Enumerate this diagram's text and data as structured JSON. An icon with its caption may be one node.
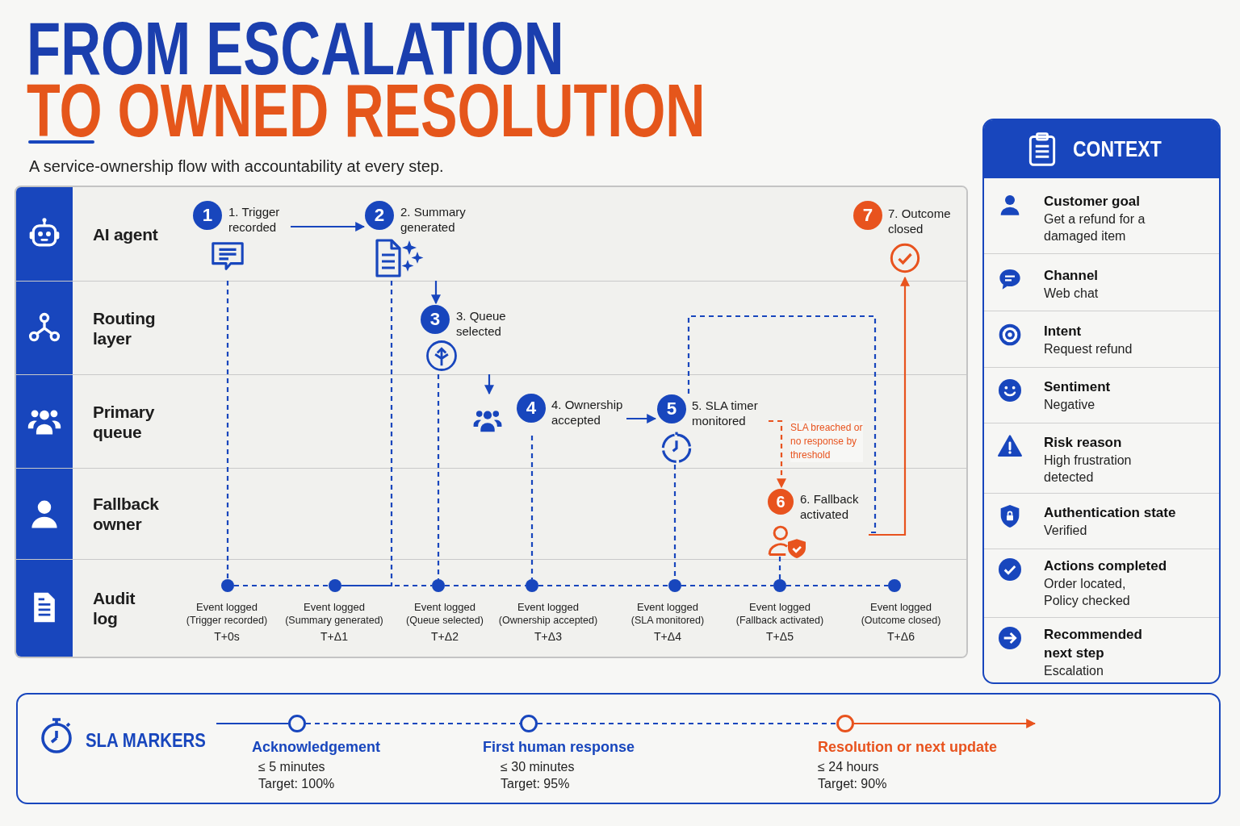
{
  "diagram": {
    "title": "FROM ESCALATION",
    "nodes": [
      {
        "text": [
          "AI agent"
        ]
      },
      {
        "text": [
          "Routing layer"
        ]
      },
      {
        "text": [
          "Primary queue"
        ]
      },
      {
        "text": [
          "Fallback owner"
        ]
      },
      {
        "text": [
          "Audit log"
        ]
      },
      {
        "text": [
          "1",
          "1. Trigger recorded"
        ],
        "in": 0
      },
      {
        "text": [
          "2",
          "2. Summary generated"
        ],
        "in": 0
      },
      {
        "text": [
          "3",
          "3. Queue selected"
        ],
        "in": 1
      },
      {
        "text": [
          "4",
          "4. Ownership accepted"
        ],
        "in": 2
      },
      {
        "text": [
          "5",
          "5. SLA timer monitored"
        ],
        "in": 2
      },
      {
        "text": [
          "6",
          "6. Fallback activated"
        ],
        "in": 3
      },
      {
        "text": [
          "7",
          "7. Outcome closed"
        ],
        "in": 0
      },
      {
        "text": [],
        "shape": "circle",
        "in": 4,
        "beside": [
          "Event logged",
          "(Trigger recorded)",
          "T+0s"
        ]
      },
      {
        "text": [],
        "shape": "circle",
        "in": 4,
        "beside": [
          "Event logged",
          "(Summary generated)",
          "T+Δ1"
        ]
      },
      {
        "text": [],
        "shape": "circle",
        "in": 4,
        "beside": [
          "Event logged",
          "(Queue selected)",
          "T+Δ2"
        ]
      },
      {
        "text": [],
        "shape": "circle",
        "in": 4,
        "beside": [
          "Event logged",
          "(Ownership accepted)",
          "T+Δ3"
        ]
      },
      {
        "text": [],
        "shape": "circle",
        "in": 4,
        "beside": [
          "Event logged",
          "(SLA monitored)",
          "T+Δ4"
        ]
      },
      {
        "text": [],
        "shape": "circle",
        "in": 4,
        "beside": [
          "Event logged",
          "(Fallback activated)",
          "T+Δ5"
        ]
      },
      {
        "text": [],
        "shape": "circle",
        "in": 4,
        "beside": [
          "Event logged",
          "(Outcome closed)",
          "T+Δ6"
        ]
      },
      {
        "text": [
          "CONTEXT"
        ]
      },
      {
        "text": [
          "Customer goal",
          "Get a refund for a damaged item"
        ],
        "in": 19
      },
      {
        "text": [
          "Channel",
          "Web chat"
        ],
        "in": 19
      },
      {
        "text": [
          "Intent",
          "Request refund"
        ],
        "in": 19
      },
      {
        "text": [
          "Sentiment",
          "Negative"
        ],
        "in": 19
      },
      {
        "text": [
          "Risk reason",
          "High frustration detected"
        ],
        "in": 19
      },
      {
        "text": [
          "Authentication state",
          "Verified"
        ],
        "in": 19
      },
      {
        "text": [
          "Actions completed",
          "Order located, Policy checked"
        ],
        "in": 19
      },
      {
        "text": [
          "Recommended next step",
          "Escalation"
        ],
        "in": 19
      },
      {
        "text": [
          "SLA MARKERS"
        ]
      },
      {
        "text": [],
        "shape": "circle",
        "in": 28,
        "beside": [
          "Acknowledgement",
          "≤ 5 minutes",
          "Target: 100%"
        ]
      },
      {
        "text": [],
        "shape": "circle",
        "in": 28,
        "beside": [
          "First human response",
          "≤ 30 minutes",
          "Target: 95%"
        ]
      },
      {
        "text": [],
        "shape": "circle",
        "in": 28,
        "beside": [
          "Resolution or next update",
          "≤ 24 hours",
          "Target: 90%"
        ]
      }
    ],
    "edges": [
      {
        "from": 5,
        "to": 6,
        "arrow": "to"
      },
      {
        "from": 6,
        "to": 7,
        "arrow": "to"
      },
      {
        "from": 7,
        "to": 8,
        "arrow": "to"
      },
      {
        "from": 8,
        "to": 9,
        "arrow": "to"
      },
      {
        "from": 9,
        "to": 10,
        "arrow": "to",
        "style": "dashed",
        "color": "#e8531e",
        "label": "SLA breached or no response by threshold"
      },
      {
        "from": 10,
        "to": 11,
        "arrow": "to",
        "color": "#e8531e"
      },
      {
        "from": 5,
        "to": 12,
        "arrow": "none",
        "style": "dashed"
      },
      {
        "from": 6,
        "to": 13,
        "arrow": "none",
        "style": "dashed"
      },
      {
        "from": 7,
        "to": 14,
        "arrow": "none",
        "style": "dashed"
      },
      {
        "from": 8,
        "to": 15,
        "arrow": "none",
        "style": "dashed"
      },
      {
        "from": 9,
        "to": 16,
        "arrow": "none",
        "style": "dashed"
      },
      {
        "from": 10,
        "to": 17,
        "arrow": "none",
        "style": "dashed"
      },
      {
        "from": 9,
        "to": 10,
        "arrow": "none",
        "style": "dashed"
      },
      {
        "from": 12,
        "to": 13,
        "arrow": "none",
        "style": "dashed"
      },
      {
        "from": 13,
        "to": 14,
        "arrow": "none",
        "style": "dashed"
      },
      {
        "from": 14,
        "to": 15,
        "arrow": "none",
        "style": "dashed"
      },
      {
        "from": 15,
        "to": 16,
        "arrow": "none",
        "style": "dashed"
      },
      {
        "from": 16,
        "to": 17,
        "arrow": "none",
        "style": "dashed"
      },
      {
        "from": 17,
        "to": 18,
        "arrow": "none",
        "style": "dashed"
      },
      {
        "from": null,
        "to": 29,
        "arrow": "none"
      },
      {
        "from": 29,
        "to": 30,
        "arrow": "none",
        "style": "dashed"
      },
      {
        "from": 30,
        "to": 31,
        "arrow": "none",
        "style": "dashed"
      },
      {
        "from": 31,
        "to": null,
        "arrow": "to",
        "color": "#e8531e"
      }
    ],
    "labels": [
      "TO OWNED RESOLUTION",
      "A service-ownership flow with accountability at every step."
    ]
  }
}
